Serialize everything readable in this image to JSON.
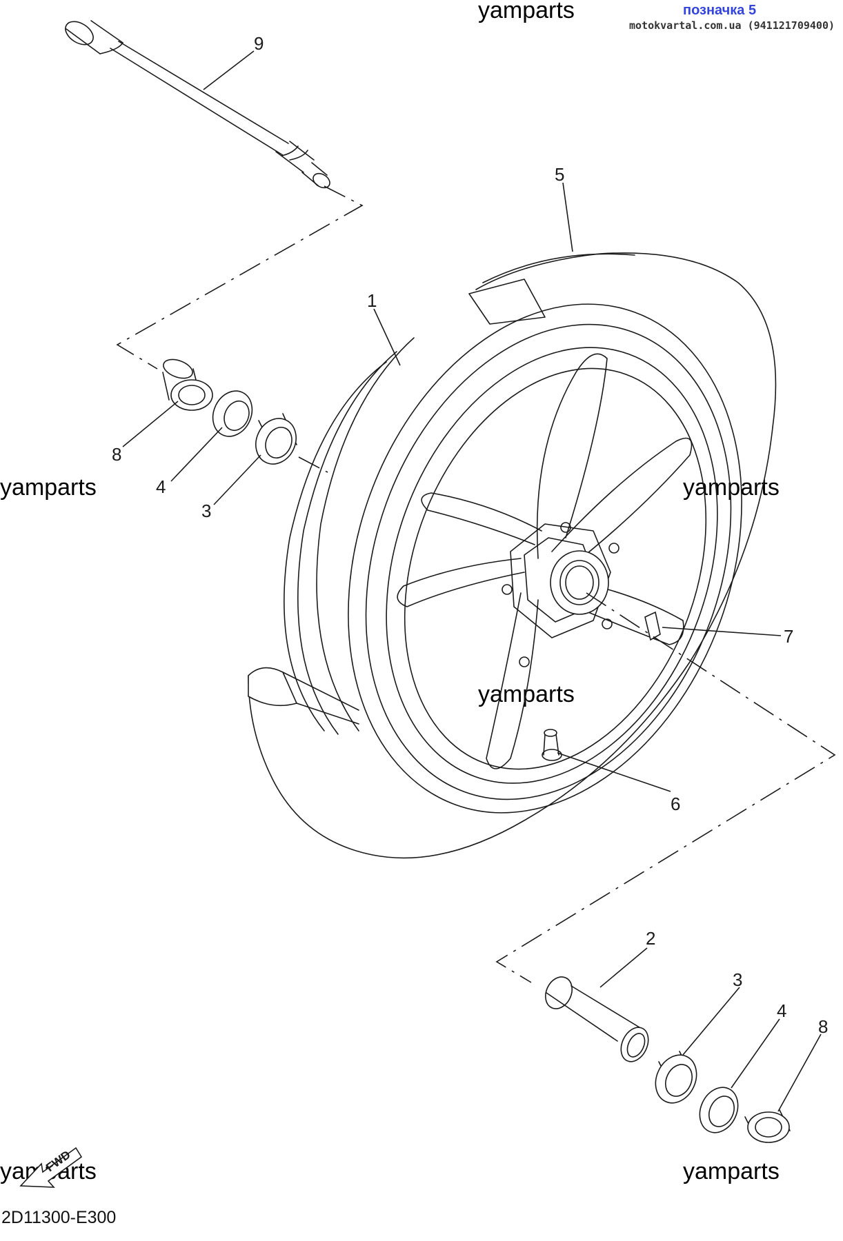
{
  "header": {
    "label": "позначка 5",
    "site": "motokvartal.com.ua (941121709400)"
  },
  "watermarks": [
    "yamparts",
    "yamparts",
    "yamparts",
    "yamparts",
    "yamparts",
    "yamparts"
  ],
  "callouts": [
    "1",
    "2",
    "3",
    "3",
    "4",
    "4",
    "5",
    "6",
    "7",
    "8",
    "8",
    "9"
  ],
  "fwd_label": "FWD",
  "diagram_code": "2D11300-E300",
  "colors": {
    "accent": "#3344dd",
    "ink": "#1a1a1a"
  }
}
